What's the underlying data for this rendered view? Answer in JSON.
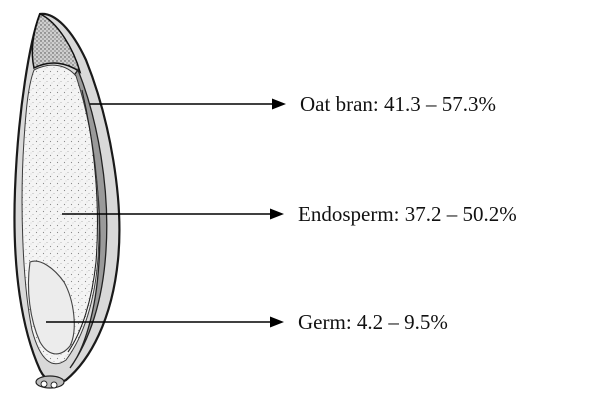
{
  "diagram": {
    "parts": [
      {
        "key": "bran",
        "label": "Oat bran: 41.3 – 57.3%"
      },
      {
        "key": "endosperm",
        "label": "Endosperm: 37.2 – 50.2%"
      },
      {
        "key": "germ",
        "label": "Germ: 4.2 – 9.5%"
      }
    ]
  }
}
